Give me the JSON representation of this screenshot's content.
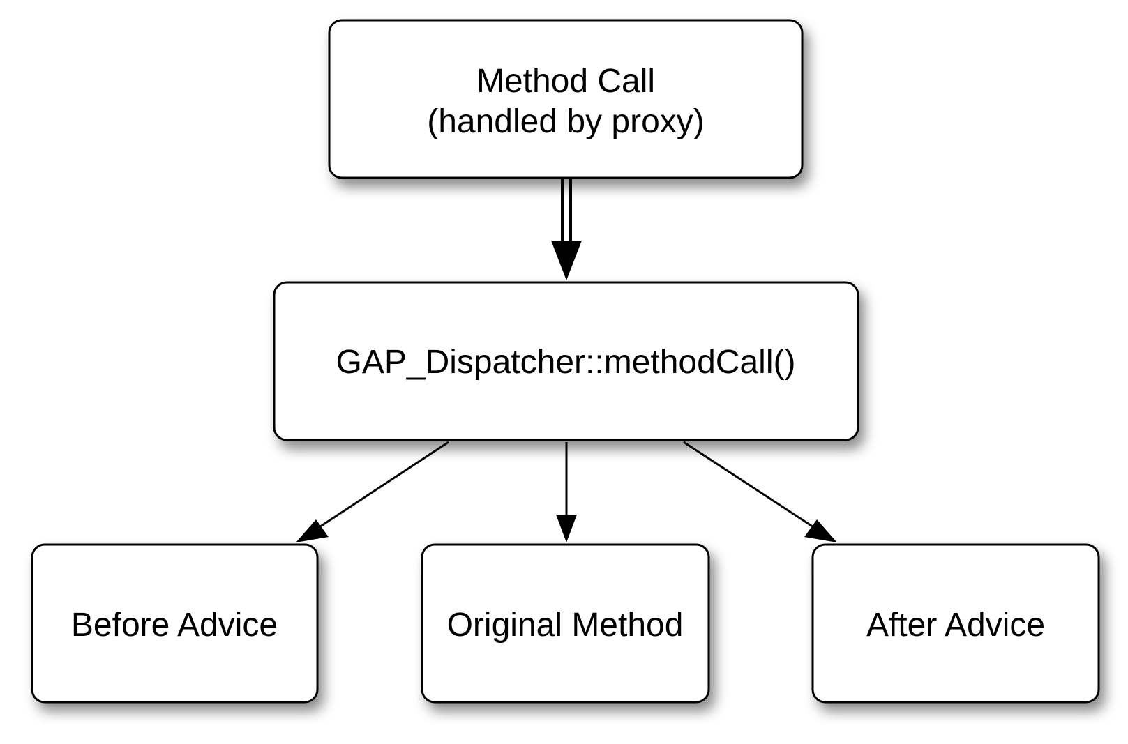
{
  "nodes": {
    "method_call": {
      "line1": "Method Call",
      "line2": "(handled by proxy)"
    },
    "dispatcher": {
      "label": "GAP_Dispatcher::methodCall()"
    },
    "before_advice": {
      "label": "Before Advice"
    },
    "original_method": {
      "label": "Original Method"
    },
    "after_advice": {
      "label": "After Advice"
    }
  },
  "colors": {
    "stroke": "#000000",
    "fill": "#ffffff",
    "shadow": "#000000"
  }
}
